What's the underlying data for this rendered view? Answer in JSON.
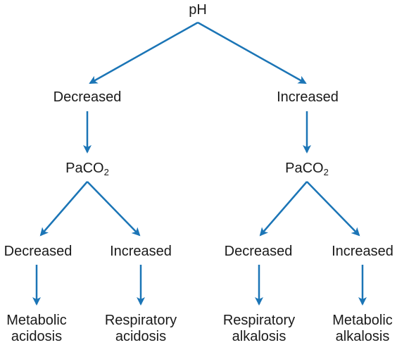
{
  "colors": {
    "arrow": "#1b75b6",
    "text": "#1a1a1a"
  },
  "root": {
    "label": "pH"
  },
  "level1": {
    "left": "Decreased",
    "right": "Increased"
  },
  "level2": {
    "left": {
      "base": "PaCO",
      "sub": "2"
    },
    "right": {
      "base": "PaCO",
      "sub": "2"
    }
  },
  "level3": {
    "ll": "Decreased",
    "lr": "Increased",
    "rl": "Decreased",
    "rr": "Increased"
  },
  "outcomes": {
    "ll": {
      "line1": "Metabolic",
      "line2": "acidosis"
    },
    "lr": {
      "line1": "Respiratory",
      "line2": "acidosis"
    },
    "rl": {
      "line1": "Respiratory",
      "line2": "alkalosis"
    },
    "rr": {
      "line1": "Metabolic",
      "line2": "alkalosis"
    }
  }
}
